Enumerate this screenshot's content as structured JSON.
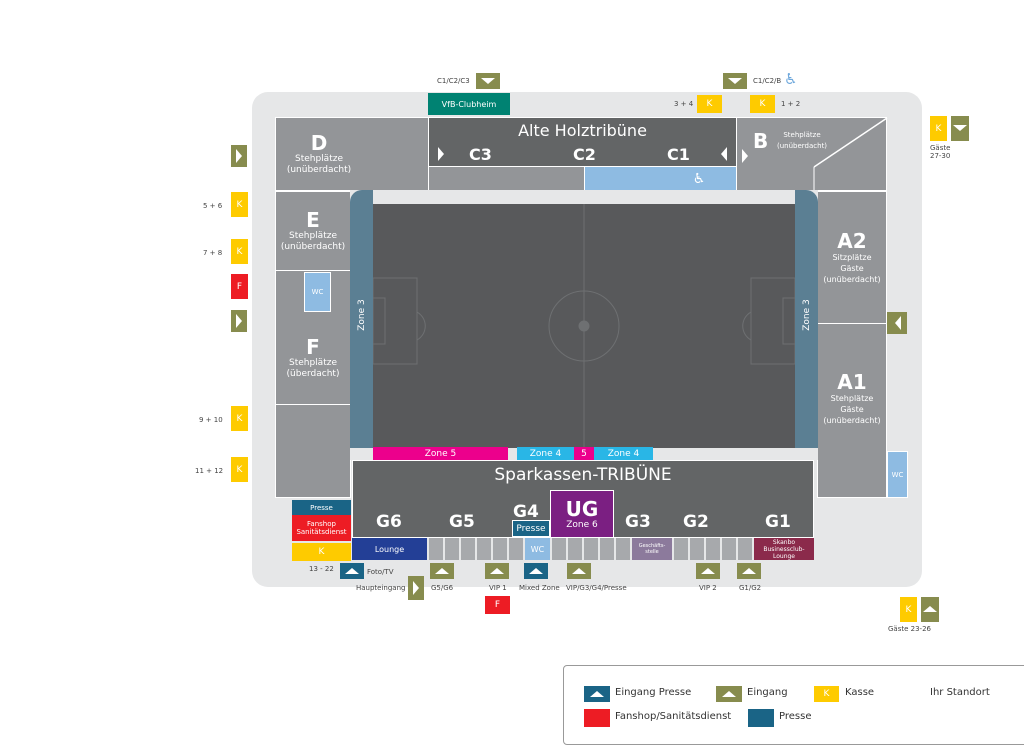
{
  "stands": {
    "D": {
      "letter": "D",
      "l1": "Stehplätze",
      "l2": "(unüberdacht)"
    },
    "E": {
      "letter": "E",
      "l1": "Stehplätze",
      "l2": "(unüberdacht)"
    },
    "F": {
      "letter": "F",
      "l1": "Stehplätze",
      "l2": "(überdacht)"
    },
    "B": {
      "letter": "B",
      "l1": "Stehplätze",
      "l2": "(unüberdacht)"
    },
    "A2": {
      "letter": "A2",
      "l1": "Sitzplätze",
      "l2": "Gäste",
      "l3": "(unüberdacht)"
    },
    "A1": {
      "letter": "A1",
      "l1": "Stehplätze",
      "l2": "Gäste",
      "l3": "(unüberdacht)"
    },
    "holz": {
      "title": "Alte Holztribüne",
      "c3": "C3",
      "c2": "C2",
      "c1": "C1"
    },
    "spark": {
      "title": "Sparkassen-TRIBÜNE",
      "g6": "G6",
      "g5": "G5",
      "g4": "G4",
      "g3": "G3",
      "g2": "G2",
      "g1": "G1",
      "ug": "UG",
      "ug_zone": "Zone 6",
      "presse": "Presse"
    }
  },
  "clubheim": "VfB-Clubheim",
  "zones": {
    "zone3": "Zone 3",
    "zone5": "Zone 5",
    "zone4": "Zone 4",
    "five": "5"
  },
  "wc": "WC",
  "bottom_row": {
    "lounge": "Lounge",
    "geschaeft": "Geschäfts-\nstelle",
    "skanbo": "Skanbo Businessclub-Lounge",
    "wc": "WC"
  },
  "left_block": {
    "presse": "Presse",
    "fanshop": "Fanshop Sanitätsdienst",
    "k": "K",
    "kasse_label": "13 - 22"
  },
  "kassen": {
    "k": "K",
    "f": "F",
    "l34": "3 + 4",
    "l12": "1 + 2",
    "l56": "5 + 6",
    "l78": "7 + 8",
    "l910": "9 + 10",
    "l1112": "11 + 12",
    "gaeste2730": "Gäste 27-30",
    "gaeste2326": "Gäste 23-26"
  },
  "entrances": {
    "c1c2c3": "C1/C2/C3",
    "c1c2b": "C1/C2/B",
    "foto": "Foto/TV",
    "haupt": "Haupteingang",
    "g5g6": "G5/G6",
    "vip1": "VIP 1",
    "mixed": "Mixed Zone",
    "vipg3": "VIP/G3/G4/Presse",
    "vip2": "VIP 2",
    "g1g2": "G1/G2"
  },
  "legend": {
    "eingang_presse": "Eingang Presse",
    "eingang": "Eingang",
    "kasse": "Kasse",
    "standort": "Ihr Standort",
    "fanshop": "Fanshop/Sanitätsdienst",
    "presse": "Presse",
    "k": "K"
  },
  "colors": {
    "entrance": "#878c4e",
    "press": "#1a6486",
    "kasse": "#fecb00",
    "fanshop": "#ed1c24",
    "zone5": "#ec008c",
    "zone4": "#29b6e6",
    "ug": "#7b1f82"
  }
}
